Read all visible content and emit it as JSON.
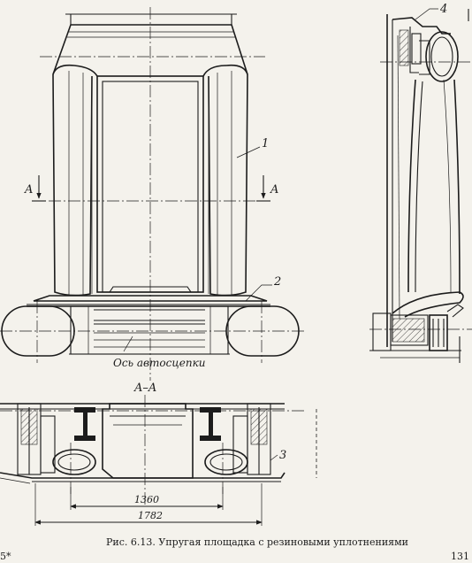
{
  "labels": {
    "part1": "1",
    "part2": "2",
    "part3": "3",
    "part4": "4",
    "section_left": "A",
    "section_right": "A",
    "section_title": "A–A",
    "coupler_axis": "Ось автосцепки",
    "dim_inner": "1360",
    "dim_outer": "1782"
  },
  "caption": "Рис. 6.13. Упругая площадка с резиновыми уплотнениями",
  "page_number": "131",
  "page_mark": "5*"
}
